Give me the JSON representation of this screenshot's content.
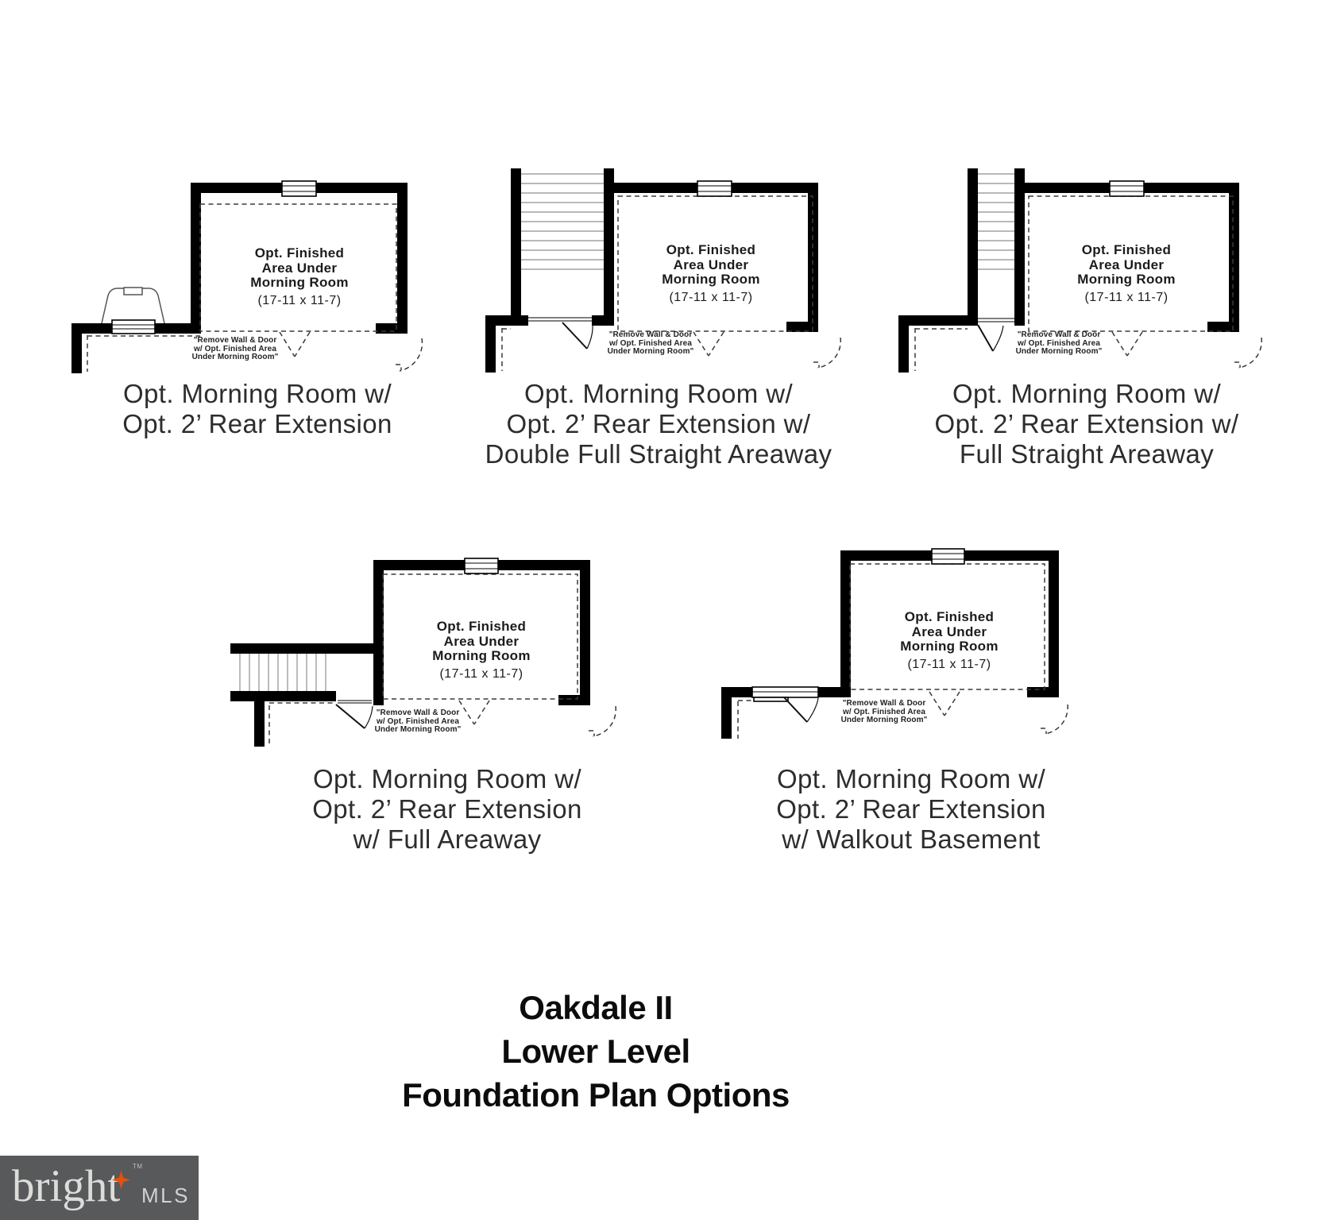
{
  "room": {
    "label_lines": [
      "Opt. Finished",
      "Area Under",
      "Morning Room"
    ],
    "dims": "(17-11 x 11-7)",
    "note_lines": [
      "\"Remove Wall & Door",
      "w/ Opt. Finished Area",
      "Under Morning Room\""
    ]
  },
  "plans": [
    {
      "caption_lines": [
        "Opt. Morning Room w/",
        "Opt. 2’ Rear Extension"
      ]
    },
    {
      "caption_lines": [
        "Opt. Morning Room w/",
        "Opt. 2’ Rear Extension w/",
        "Double Full Straight Areaway"
      ]
    },
    {
      "caption_lines": [
        "Opt. Morning Room w/",
        "Opt. 2’ Rear Extension w/",
        "Full Straight Areaway"
      ]
    },
    {
      "caption_lines": [
        "Opt. Morning Room w/",
        "Opt. 2’ Rear Extension",
        "w/ Full Areaway"
      ]
    },
    {
      "caption_lines": [
        "Opt. Morning Room w/",
        "Opt. 2’ Rear Extension",
        "w/ Walkout Basement"
      ]
    }
  ],
  "title_lines": [
    "Oakdale II",
    "Lower Level",
    "Foundation Plan Options"
  ],
  "logo": {
    "brand": "bright",
    "tm": "TM",
    "suffix": "MLS"
  },
  "colors": {
    "wall": "#000000",
    "caption_text": "#2D2D2D",
    "logo_bar": "#58595B",
    "logo_text": "#DCDCDA",
    "star": "#E4510B"
  }
}
